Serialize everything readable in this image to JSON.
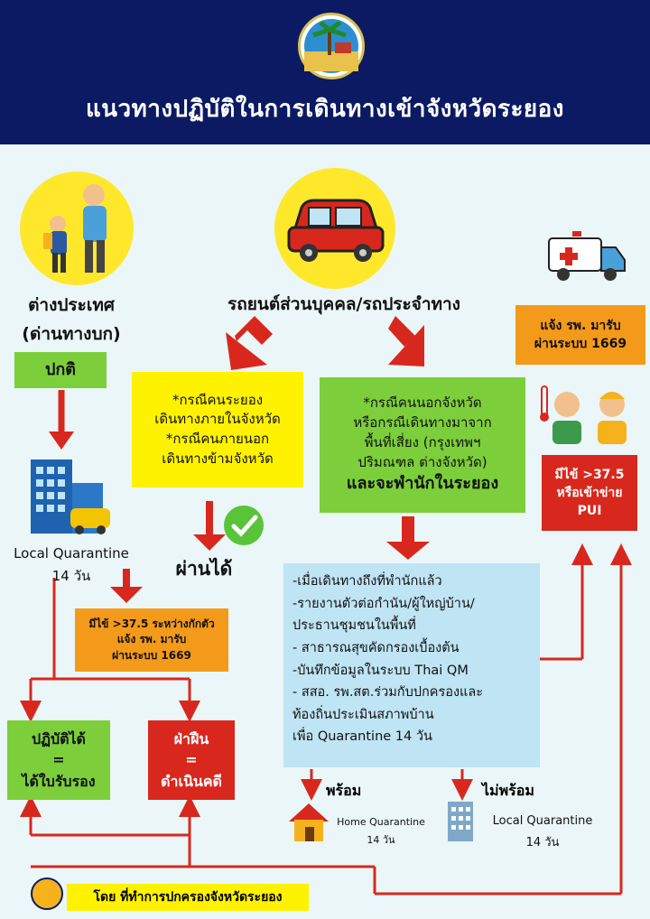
{
  "title": "แนวทางปฏิบัติในการเดินทางเข้าจังหวัดระยอง",
  "left": {
    "label_line1": "ต่างประเทศ",
    "label_line2": "(ด่านทางบก)",
    "status": "ปกติ",
    "quarantine_label": "Local Quarantine",
    "quarantine_days": "14 วัน",
    "fever_line1": "มีไข้ >37.5 ระหว่างกักตัว",
    "fever_line2": "แจ้ง รพ. มารับ",
    "fever_line3": "ผ่านระบบ 1669",
    "comply_line1": "ปฏิบัติได้",
    "comply_line2": "=",
    "comply_line3": "ได้ใบรับรอง",
    "violate_line1": "ฝ่าฝืน",
    "violate_line2": "=",
    "violate_line3": "ดำเนินคดี"
  },
  "center": {
    "vehicle_label": "รถยนต์ส่วนบุคคล/รถประจำทาง",
    "case_local_line1": "*กรณีคนระยอง",
    "case_local_line2": "เดินทางภายในจังหวัด",
    "case_local_line3": "*กรณีคนภายนอก",
    "case_local_line4": "เดินทางข้ามจังหวัด",
    "pass_label": "ผ่านได้",
    "case_out_line1": "*กรณีคนนอกจังหวัด",
    "case_out_line2": "หรือกรณีเดินทางมาจาก",
    "case_out_line3": "พื้นที่เสี่ยง (กรุงเทพฯ",
    "case_out_line4": "ปริมณฑล ต่างจังหวัด)",
    "case_out_line5": "และจะพำนักในระยอง",
    "steps": [
      "-เมื่อเดินทางถึงที่พำนักแล้ว",
      "-รายงานตัวต่อกำนัน/ผู้ใหญ่บ้าน/",
      "ประธานชุมชนในพื้นที่",
      "- สาธารณสุขคัดกรองเบื้องต้น",
      "-บันทึกข้อมูลในระบบ Thai QM",
      "- สสอ. รพ.สต.ร่วมกับปกครองและ",
      "ท้องถิ่นประเมินสภาพบ้าน",
      "เพื่อ Quarantine 14 วัน"
    ],
    "ready_label": "พร้อม",
    "not_ready_label": "ไม่พร้อม",
    "home_q_label": "Home Quarantine",
    "home_q_days": "14 วัน",
    "local_q_label": "Local Quarantine",
    "local_q_days": "14 วัน"
  },
  "right": {
    "notify_line1": "แจ้ง รพ. มารับ",
    "notify_line2": "ผ่านระบบ 1669",
    "fever_line1": "มีไข้ >37.5",
    "fever_line2": "หรือเข้าข่าย",
    "fever_line3": "PUI"
  },
  "footer": {
    "credit": "โดย ที่ทำการปกครองจังหวัดระยอง"
  },
  "colors": {
    "header_bg": "#0b1a62",
    "arrow_red": "#d8281e",
    "green": "#7ccf3a",
    "yellow": "#fff200",
    "orange": "#f39a1b",
    "light_blue": "#bfe4f4",
    "background": "#eaf6f7"
  },
  "icons": [
    "provincial-seal-icon",
    "travelers-icon",
    "car-icon",
    "ambulance-icon",
    "check-icon",
    "hotel-building-icon",
    "sick-people-icon",
    "house-icon",
    "building-icon",
    "footer-seal-icon"
  ]
}
